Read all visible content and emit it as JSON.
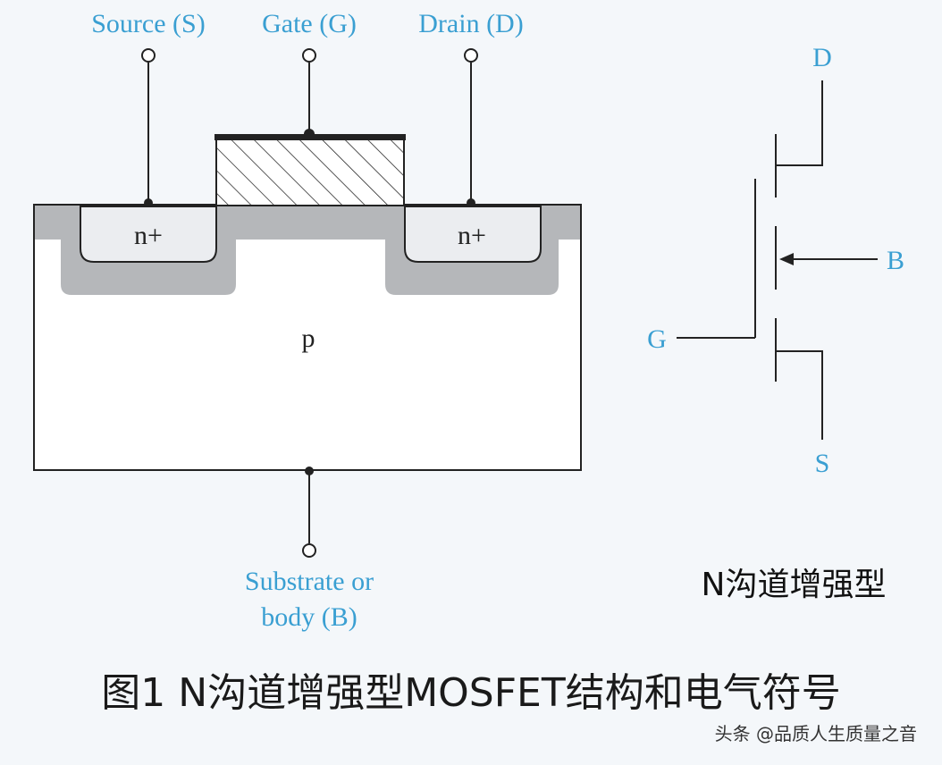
{
  "terminals": {
    "source": "Source (S)",
    "gate": "Gate (G)",
    "drain": "Drain (D)",
    "substrate_line1": "Substrate or",
    "substrate_line2": "body (B)"
  },
  "regions": {
    "source_doping": "n+",
    "drain_doping": "n+",
    "body_doping": "p"
  },
  "symbol": {
    "drain": "D",
    "body": "B",
    "gate": "G",
    "source": "S",
    "title": "N沟道增强型"
  },
  "caption": "图1 N沟道增强型MOSFET结构和电气符号",
  "watermark": "头条 @品质人生质量之音",
  "colors": {
    "label_blue": "#3a9fd2",
    "oxide_gray": "#b5b7ba",
    "n_region": "#ebedf0",
    "background": "#f4f7fa"
  }
}
